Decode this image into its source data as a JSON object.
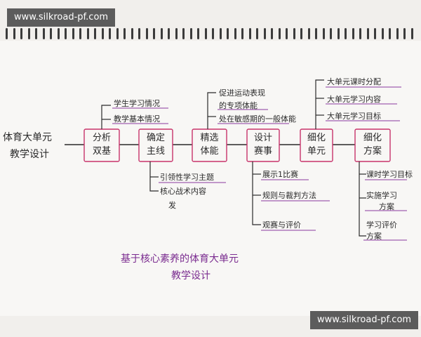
{
  "watermarks": {
    "top": "www.silkroad-pf.com",
    "bottom": "www.silkroad-pf.com"
  },
  "colors": {
    "ink": "#2a2a2a",
    "box_pink": "#c7336b",
    "title_purple": "#7a2b8f",
    "underline_purple": "#8a3aa0"
  },
  "diagram": {
    "root": {
      "line1": "体育大单元",
      "line2": "教学设计"
    },
    "steps": [
      {
        "line1": "分析",
        "line2": "双基",
        "notes": [
          "学生学习情况",
          "教学基本情况"
        ]
      },
      {
        "line1": "确定",
        "line2": "主线",
        "notes": [
          "引领性学习主题",
          "核心战术内容",
          "发"
        ]
      },
      {
        "line1": "精选",
        "line2": "体能",
        "notes": [
          "促进运动表现",
          "的专项体能",
          "处在敏感期的一般体能"
        ]
      },
      {
        "line1": "设计",
        "line2": "赛事",
        "notes": [
          "展示1比赛",
          "规则与裁判方法",
          "观赛与评价"
        ]
      },
      {
        "line1": "细化",
        "line2": "单元",
        "notes": [
          "大单元课时分配",
          "大单元学习内容",
          "大单元学习目标"
        ]
      },
      {
        "line1": "细化",
        "line2": "方案",
        "notes": [
          "课时学习目标",
          "实施学习",
          "方案",
          "学习评价",
          "方案"
        ]
      }
    ],
    "caption": {
      "line1": "基于核心素养的体育大单元",
      "line2": "教学设计"
    }
  }
}
